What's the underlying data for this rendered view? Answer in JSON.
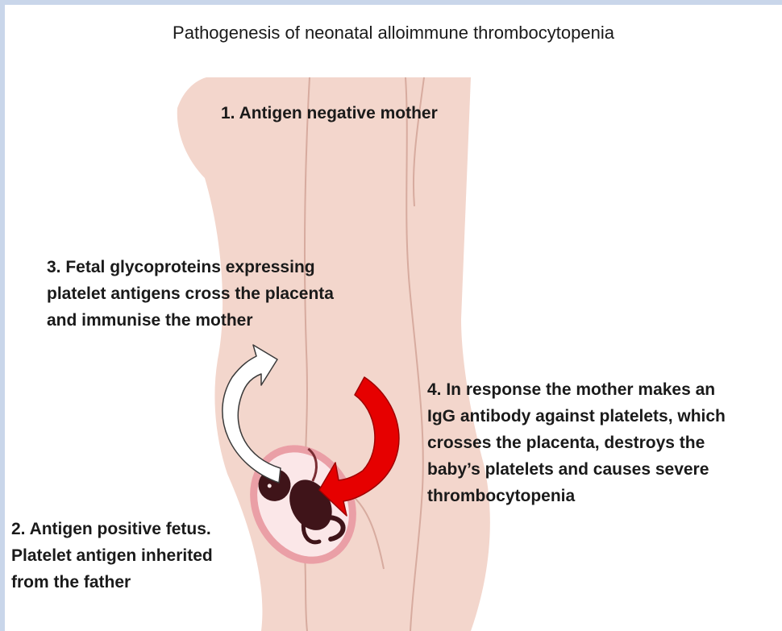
{
  "title": "Pathogenesis of neonatal alloimmune thrombocytopenia",
  "labels": {
    "step1": "1. Antigen negative mother",
    "step2": "2. Antigen positive fetus.\nPlatelet antigen inherited\nfrom the father",
    "step3": "3. Fetal glycoproteins expressing\nplatelet antigens cross the placenta\nand immunise the mother",
    "step4": "4.  In response the mother makes an\nIgG antibody against platelets, which\ncrosses the placenta, destroys the\nbaby’s platelets and causes severe\nthrombocytopenia"
  },
  "colors": {
    "border": "#c9d6ea",
    "background": "#ffffff",
    "body_fill": "#f3d6cc",
    "body_lines": "#d7ab9f",
    "womb": "#ea9fa6",
    "womb_inner": "#fbe7e8",
    "fetus": "#3f1419",
    "arrow_white": "#ffffff",
    "arrow_red": "#e60000",
    "text": "#1a1a1a"
  },
  "icons": {
    "body": "pregnant-torso-silhouette",
    "fetus": "fetus-in-womb-icon",
    "arrow_up": "curved-arrow-up-white",
    "arrow_down": "curved-arrow-down-red"
  }
}
